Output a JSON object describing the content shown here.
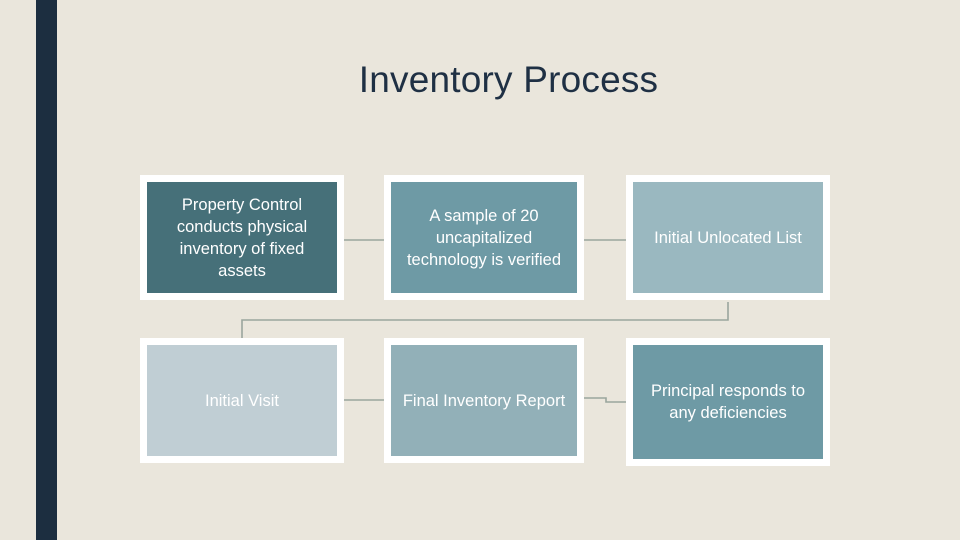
{
  "slide": {
    "title": "Inventory Process",
    "background_color": "#eae6dc",
    "accent_bar_color": "#1c2e40",
    "title_color": "#1f3044"
  },
  "diagram": {
    "type": "process-flow",
    "connector_color": "#9aa69d",
    "boxes": [
      {
        "id": "box-1",
        "label": "Property Control conducts physical inventory of fixed assets",
        "fill": "#467079",
        "row": 1,
        "col": 1
      },
      {
        "id": "box-2",
        "label": "A sample of 20 uncapitalized technology is verified",
        "fill": "#6e9aa5",
        "row": 1,
        "col": 2
      },
      {
        "id": "box-3",
        "label": "Initial Unlocated List",
        "fill": "#9ab8c0",
        "row": 1,
        "col": 3
      },
      {
        "id": "box-4",
        "label": "Initial Visit",
        "fill": "#c0ced4",
        "row": 2,
        "col": 1
      },
      {
        "id": "box-5",
        "label": "Final Inventory Report",
        "fill": "#92b0b8",
        "row": 2,
        "col": 2
      },
      {
        "id": "box-6",
        "label": "Principal responds to any deficiencies",
        "fill": "#6e9aa5",
        "row": 2,
        "col": 3
      }
    ],
    "connectors": [
      {
        "id": "connector-1-2",
        "from": "box-1",
        "to": "box-2",
        "shape": "straight-horizontal"
      },
      {
        "id": "connector-2-3",
        "from": "box-2",
        "to": "box-3",
        "shape": "straight-horizontal"
      },
      {
        "id": "connector-3-4",
        "from": "box-3",
        "to": "box-4",
        "shape": "elbow-down-left-down"
      },
      {
        "id": "connector-4-5",
        "from": "box-4",
        "to": "box-5",
        "shape": "straight-horizontal"
      },
      {
        "id": "connector-5-6",
        "from": "box-5",
        "to": "box-6",
        "shape": "stepped-horizontal"
      }
    ]
  }
}
